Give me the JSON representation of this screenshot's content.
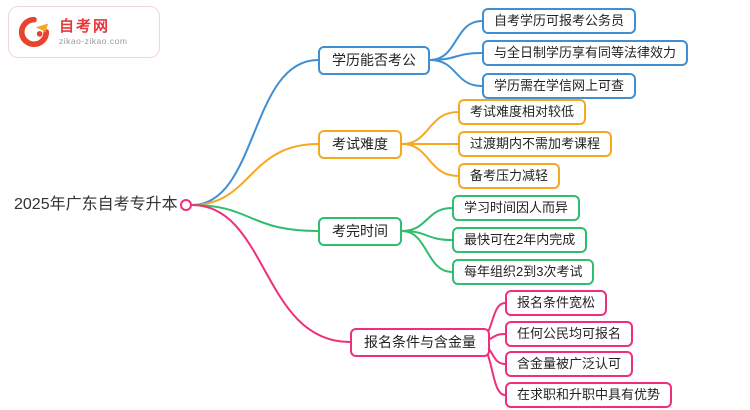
{
  "logo": {
    "name": "自考网",
    "domain": "zikao-zikao.com"
  },
  "root": {
    "label": "2025年广东自考专升本"
  },
  "branches": [
    {
      "label": "学历能否考公",
      "color": "blue",
      "children": [
        "自考学历可报考公务员",
        "与全日制学历享有同等法律效力",
        "学历需在学信网上可查"
      ]
    },
    {
      "label": "考试难度",
      "color": "orange",
      "children": [
        "考试难度相对较低",
        "过渡期内不需加考课程",
        "备考压力减轻"
      ]
    },
    {
      "label": "考完时间",
      "color": "green",
      "children": [
        "学习时间因人而异",
        "最快可在2年内完成",
        "每年组织2到3次考试"
      ]
    },
    {
      "label": "报名条件与含金量",
      "color": "pink",
      "children": [
        "报名条件宽松",
        "任何公民均可报名",
        "含金量被广泛认可",
        "在求职和升职中具有优势"
      ]
    }
  ],
  "colors": {
    "blue": "#3f8fd2",
    "orange": "#f7a823",
    "green": "#2fbe6e",
    "pink": "#ef2f7b",
    "logo_red": "#e4393c",
    "text": "#333333"
  }
}
